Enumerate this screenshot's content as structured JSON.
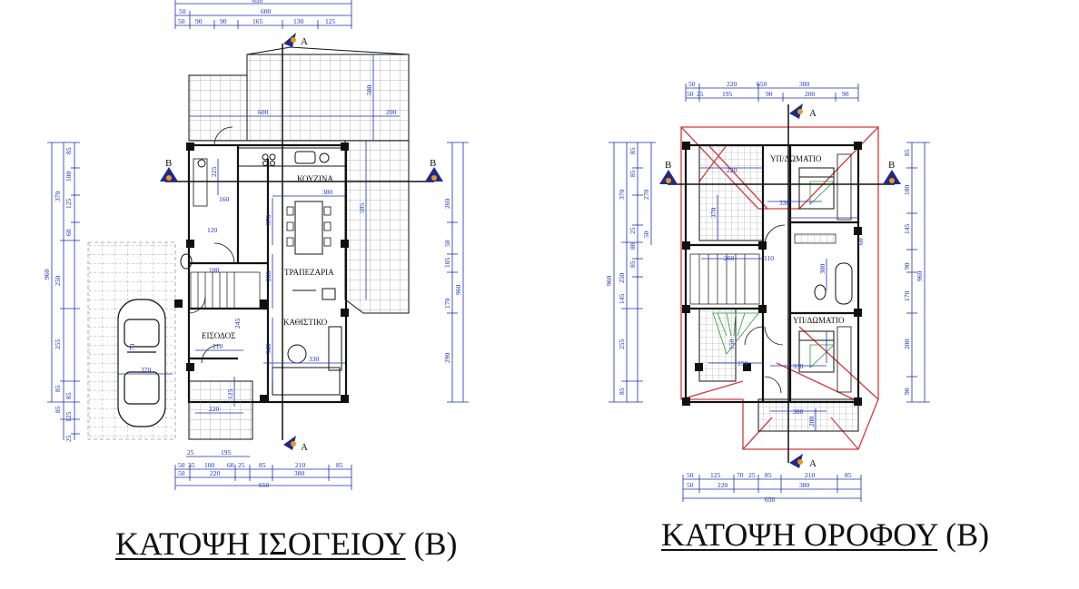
{
  "ground_floor": {
    "title": "ΚΑΤΟΨΗ ΙΣΟΓΕΙΟΥ",
    "title_suffix": "(Β)",
    "rooms": {
      "kitchen": "ΚΟΥΖΙΝΑ",
      "dining": "ΤΡΑΠΕΖΑΡΙΑ",
      "living": "ΚΑΘΙΣΤΙΚΟ",
      "entrance": "ΕΙΣΟΔΟΣ"
    },
    "section_marks": {
      "a": "A",
      "b": "B"
    },
    "dims_top": {
      "total": "650",
      "row2": [
        "50",
        "600"
      ],
      "row3": [
        "50",
        "90",
        "90",
        "165",
        "130",
        "125"
      ]
    },
    "dims_bottom": {
      "row1": [
        "25",
        "195"
      ],
      "row2": [
        "50",
        "35",
        "100",
        "60",
        "25",
        "85",
        "210",
        "85"
      ],
      "row3": [
        "50",
        "220",
        "380"
      ],
      "total": "650"
    },
    "dims_left": [
      "960",
      "370",
      "250",
      "255",
      "85",
      "125",
      "25",
      "85",
      "100",
      "125",
      "60",
      "85",
      "85"
    ],
    "dims_right": [
      "260",
      "960",
      "50",
      "105",
      "170",
      "290"
    ],
    "dims_inner": [
      "600",
      "500",
      "200",
      "225",
      "160",
      "380",
      "370",
      "595",
      "120",
      "100",
      "200",
      "245",
      "210",
      "340",
      "330",
      "370",
      "170",
      "220",
      "125"
    ]
  },
  "upper_floor": {
    "title": "ΚΑΤΟΨΗ ΟΡΟΦΟΥ",
    "title_suffix": "(Β)",
    "rooms": {
      "bedroom1": "ΥΠ/ΔΩΜΑΤΙΟ",
      "bedroom2": "ΥΠ/ΔΩΜΑΤΙΟ"
    },
    "section_marks": {
      "a": "A",
      "b": "B"
    },
    "dims_top": {
      "row1": [
        "50",
        "220",
        "650",
        "380"
      ],
      "row2": [
        "50",
        "25",
        "195",
        "90",
        "200",
        "90"
      ]
    },
    "dims_bottom": {
      "row1": [
        "50",
        "125",
        "70",
        "25",
        "85",
        "210",
        "85"
      ],
      "row2": [
        "50",
        "220",
        "380"
      ],
      "total": "650"
    },
    "dims_left": [
      "960",
      "370",
      "270",
      "50",
      "250",
      "145",
      "255",
      "85",
      "85",
      "80",
      "25",
      "85",
      "85"
    ],
    "dims_right": [
      "85",
      "180",
      "145",
      "960",
      "90",
      "170",
      "200",
      "90"
    ],
    "dims_inner": [
      "220",
      "330",
      "370",
      "260",
      "110",
      "300",
      "150",
      "330",
      "380",
      "200",
      "60",
      "150"
    ]
  },
  "colors": {
    "line": "#111111",
    "dim": "#1a2fb5",
    "red": "#d23a3a",
    "hatch": "#9a9a9a",
    "arrow": "#1e2a8a",
    "arrow_accent": "#e89b1c"
  }
}
